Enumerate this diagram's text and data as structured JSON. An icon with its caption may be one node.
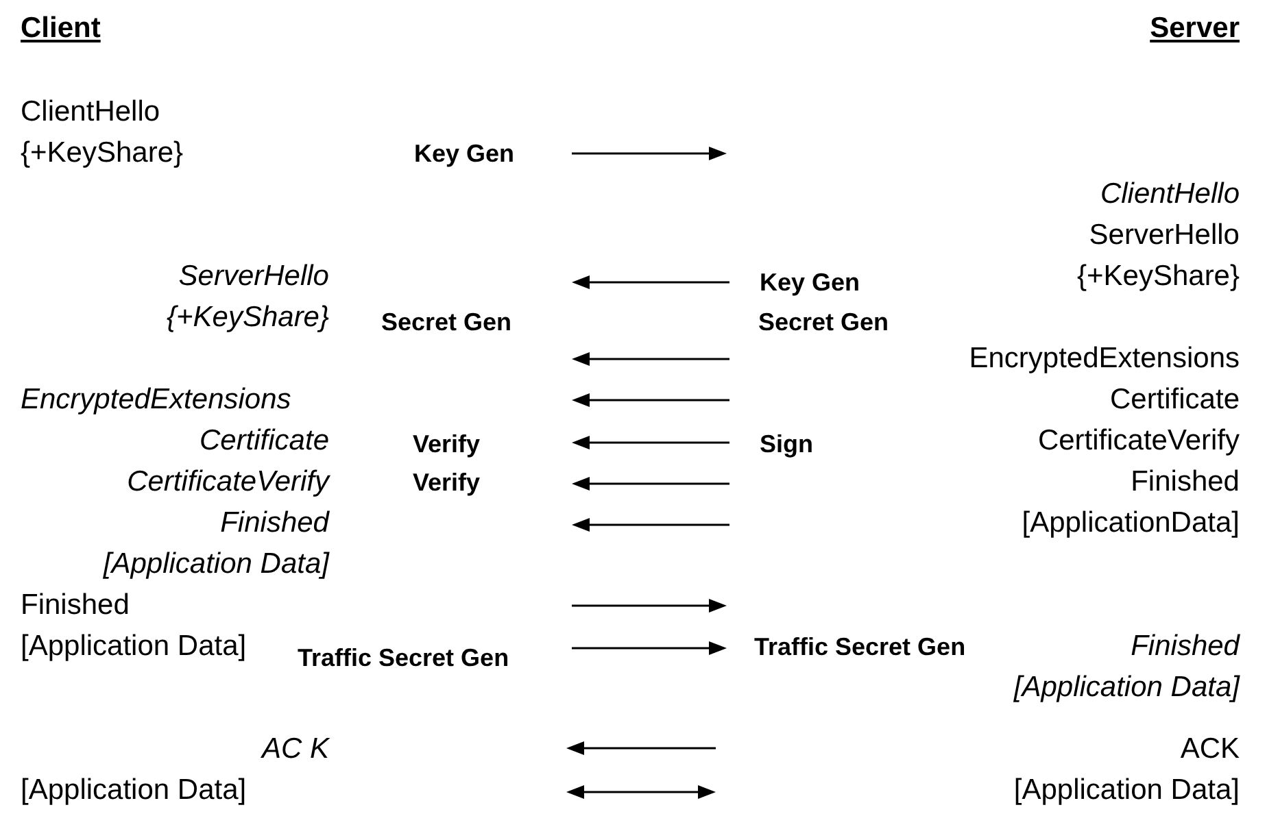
{
  "diagram": {
    "labels": [
      "Client",
      "Server",
      "ClientHello",
      "{+KeyShare}",
      "Key Gen",
      "ClientHello",
      "ServerHello",
      "ServerHello",
      "Key Gen",
      "{+KeyShare}",
      "{+KeyShare}",
      "Secret Gen",
      "Secret Gen",
      "EncryptedExtensions",
      "EncryptedExtensions",
      "Certificate",
      "Certificate",
      "Verify",
      "Sign",
      "CertificateVerify",
      "CertificateVerify",
      "Verify",
      "Finished",
      "Finished",
      "[ApplicationData]",
      "[Application Data]",
      "Finished",
      "[Application Data]",
      "Traffic Secret Gen",
      "Finished",
      "Traffic Secret Gen",
      "[Application Data]",
      "AC K",
      "ACK",
      "[Application Data]",
      "[Application Data]"
    ]
  }
}
